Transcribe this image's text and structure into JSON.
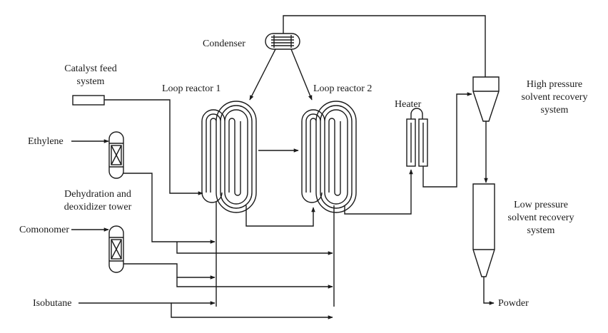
{
  "labels": {
    "condenser": "Condenser",
    "catalyst_1": "Catalyst feed",
    "catalyst_2": "system",
    "loop1": "Loop reactor 1",
    "loop2": "Loop reactor 2",
    "heater": "Heater",
    "hp_1": "High pressure",
    "hp_2": "solvent recovery",
    "hp_3": "system",
    "ethylene": "Ethylene",
    "dehyd_1": "Dehydration and",
    "dehyd_2": "deoxidizer tower",
    "comonomer": "Comonomer",
    "isobutane": "Isobutane",
    "lp_1": "Low pressure",
    "lp_2": "solvent recovery",
    "lp_3": "system",
    "powder": "Powder"
  },
  "colors": {
    "line": "#1a1a1a",
    "background": "#ffffff"
  }
}
